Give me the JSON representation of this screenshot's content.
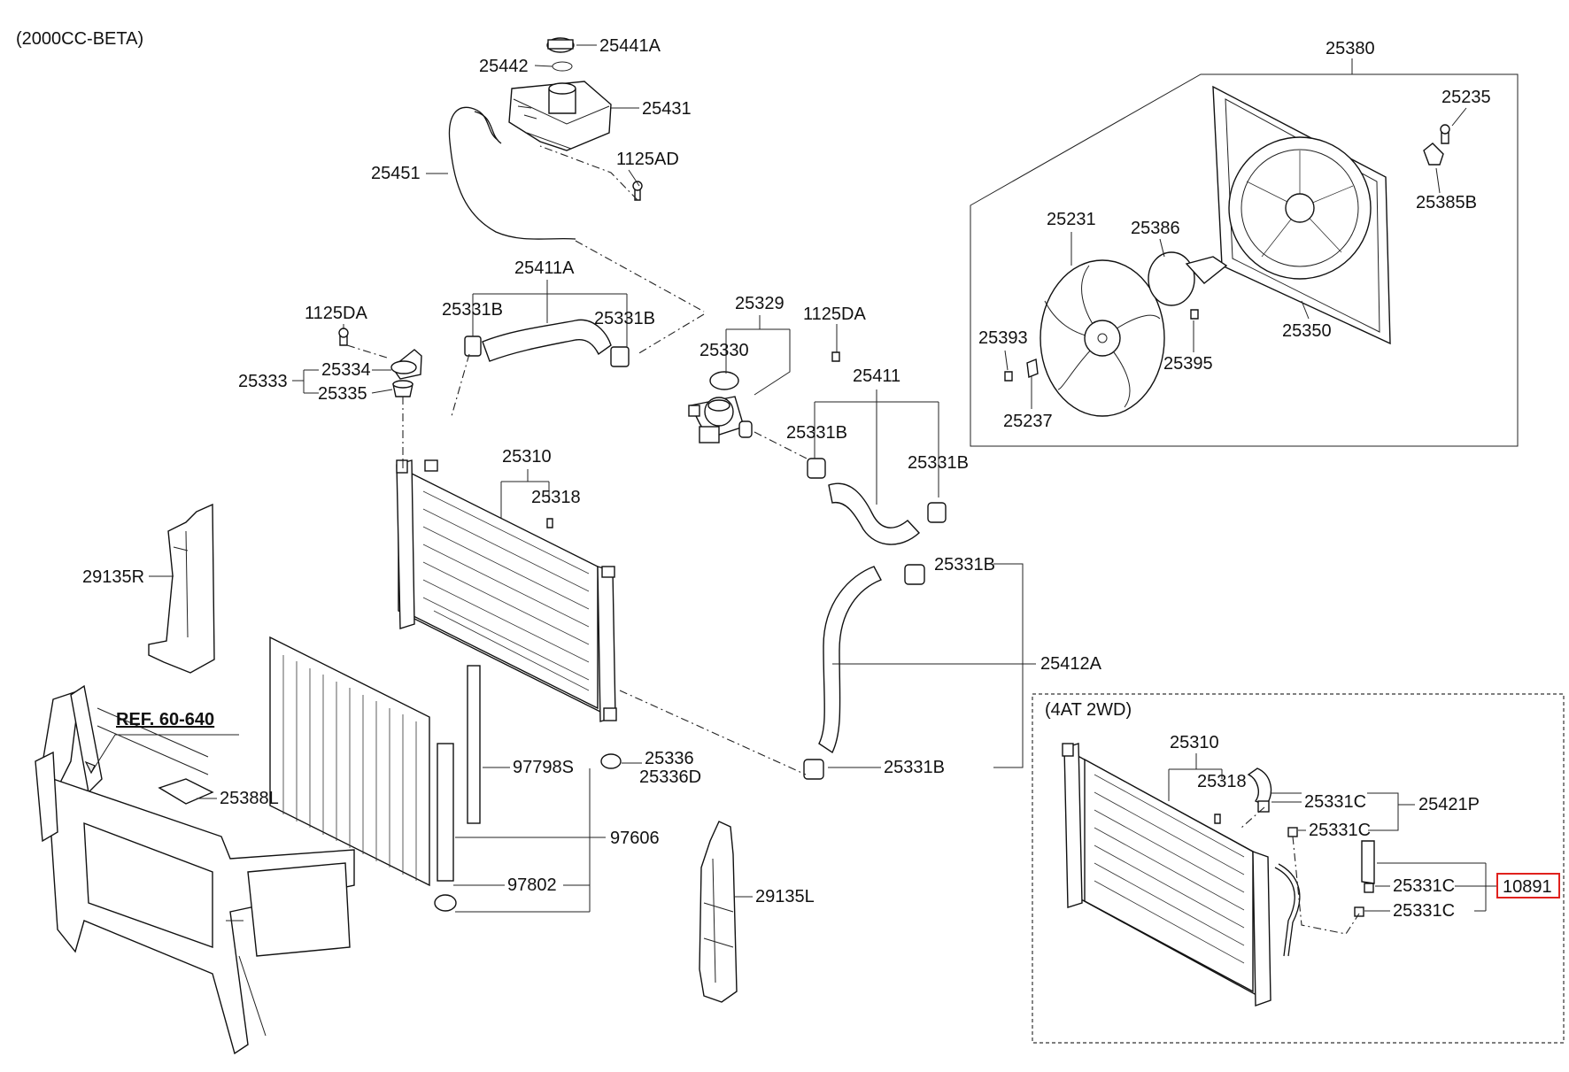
{
  "header": {
    "engine": "(2000CC-BETA)"
  },
  "ref_label": "REF. 60-640",
  "inset": {
    "title": "(4AT 2WD)"
  },
  "labels": {
    "p25441A": "25441A",
    "p25442": "25442",
    "p25431": "25431",
    "p1125AD": "1125AD",
    "p25451": "25451",
    "p25411A": "25411A",
    "p25331B_a": "25331B",
    "p25331B_b": "25331B",
    "p25329": "25329",
    "p1125DA_r": "1125DA",
    "p25330": "25330",
    "p1125DA_l": "1125DA",
    "p25334": "25334",
    "p25333": "25333",
    "p25335": "25335",
    "p25411": "25411",
    "p25331B_c": "25331B",
    "p25331B_d": "25331B",
    "p25310": "25310",
    "p25318": "25318",
    "p29135R": "29135R",
    "p25331B_e": "25331B",
    "p25412A": "25412A",
    "p97798S": "97798S",
    "p25336": "25336",
    "p25336D": "25336D",
    "p25331B_f": "25331B",
    "p25388L": "25388L",
    "p97606": "97606",
    "p97802": "97802",
    "p29135L": "29135L",
    "p25380": "25380",
    "p25235": "25235",
    "p25385B": "25385B",
    "p25231": "25231",
    "p25386": "25386",
    "p25393": "25393",
    "p25350": "25350",
    "p25395": "25395",
    "p25237": "25237",
    "i25310": "25310",
    "i25318": "25318",
    "i25331C_a": "25331C",
    "i25421P": "25421P",
    "i25331C_b": "25331C",
    "i25331C_c": "25331C",
    "i10891": "10891",
    "i25331C_d": "25331C"
  },
  "highlight": {
    "part": "10891",
    "color": "#e0211d"
  }
}
